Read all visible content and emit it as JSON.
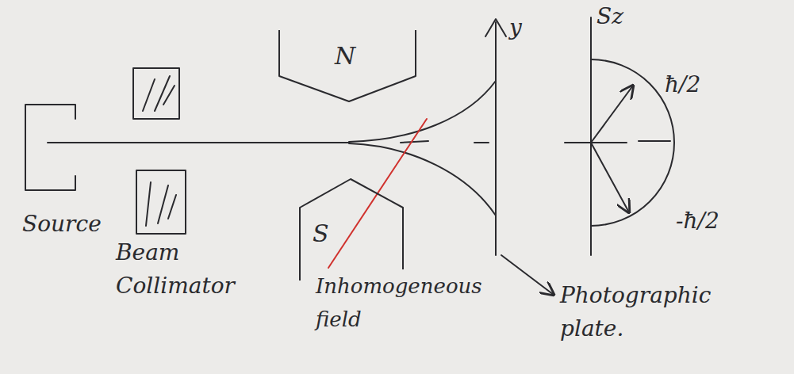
{
  "diagram": {
    "nodes": [
      {
        "text": [
          "N"
        ]
      },
      {
        "text": [
          "S"
        ]
      }
    ],
    "labels": [
      "Source",
      "Beam Collimator",
      "Inhomogeneous field",
      "y",
      "Sz",
      "ħ/2",
      "-ħ/2",
      "Photographic plate."
    ]
  }
}
